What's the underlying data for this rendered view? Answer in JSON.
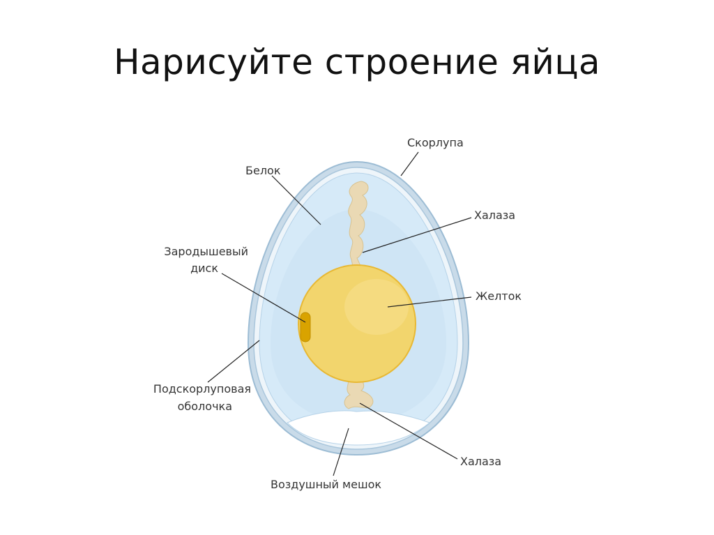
{
  "title": "Нарисуйте строение яйца",
  "labels": {
    "shell": "Скорлупа",
    "albumen": "Белок",
    "chalaza_top": "Халаза",
    "germinal_disc_line1": "Зародышевый",
    "germinal_disc_line2": "диск",
    "yolk": "Желток",
    "membrane_line1": "Подскорлуповая",
    "membrane_line2": "оболочка",
    "chalaza_bottom": "Халаза",
    "air_sac": "Воздушный мешок"
  },
  "colors": {
    "shell_outer": "#c9dbe9",
    "shell_stroke": "#9cbcd4",
    "membrane": "#e3eef6",
    "albumen": "#d6eaf8",
    "albumen_inner": "#c9e1f2",
    "yolk": "#f2d56d",
    "yolk_stroke": "#e8b833",
    "germinal_disc": "#d9a300",
    "chalaza": "#ead9b4",
    "air_sac": "#ffffff",
    "leader": "#222222"
  }
}
